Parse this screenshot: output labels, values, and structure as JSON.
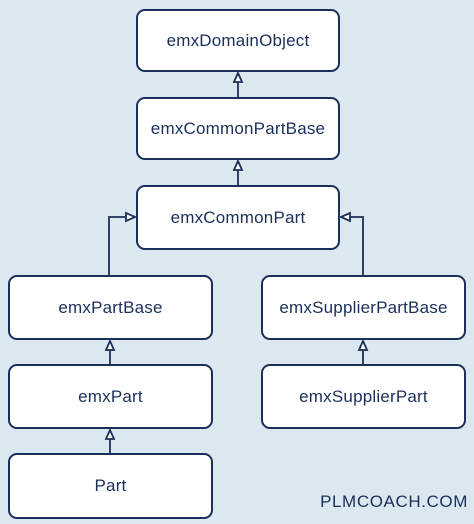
{
  "diagram": {
    "nodes": {
      "domain_object": "emxDomainObject",
      "common_part_base": "emxCommonPartBase",
      "common_part": "emxCommonPart",
      "part_base": "emxPartBase",
      "supplier_part_base": "emxSupplierPartBase",
      "part": "emxPart",
      "supplier_part": "emxSupplierPart",
      "leaf_part": "Part"
    },
    "relations": [
      {
        "child": "emxCommonPartBase",
        "parent": "emxDomainObject",
        "type": "inheritance"
      },
      {
        "child": "emxCommonPart",
        "parent": "emxCommonPartBase",
        "type": "inheritance"
      },
      {
        "child": "emxPartBase",
        "parent": "emxCommonPart",
        "type": "inheritance"
      },
      {
        "child": "emxSupplierPartBase",
        "parent": "emxCommonPart",
        "type": "inheritance"
      },
      {
        "child": "emxPart",
        "parent": "emxPartBase",
        "type": "inheritance"
      },
      {
        "child": "emxSupplierPart",
        "parent": "emxSupplierPartBase",
        "type": "inheritance"
      },
      {
        "child": "Part",
        "parent": "emxPart",
        "type": "inheritance"
      }
    ]
  },
  "watermark": "PLMCOACH.COM",
  "colors": {
    "background": "#dbe8ef",
    "node_fill": "#ffffff",
    "stroke": "#1b2f5a",
    "text": "#1b2f5a"
  }
}
